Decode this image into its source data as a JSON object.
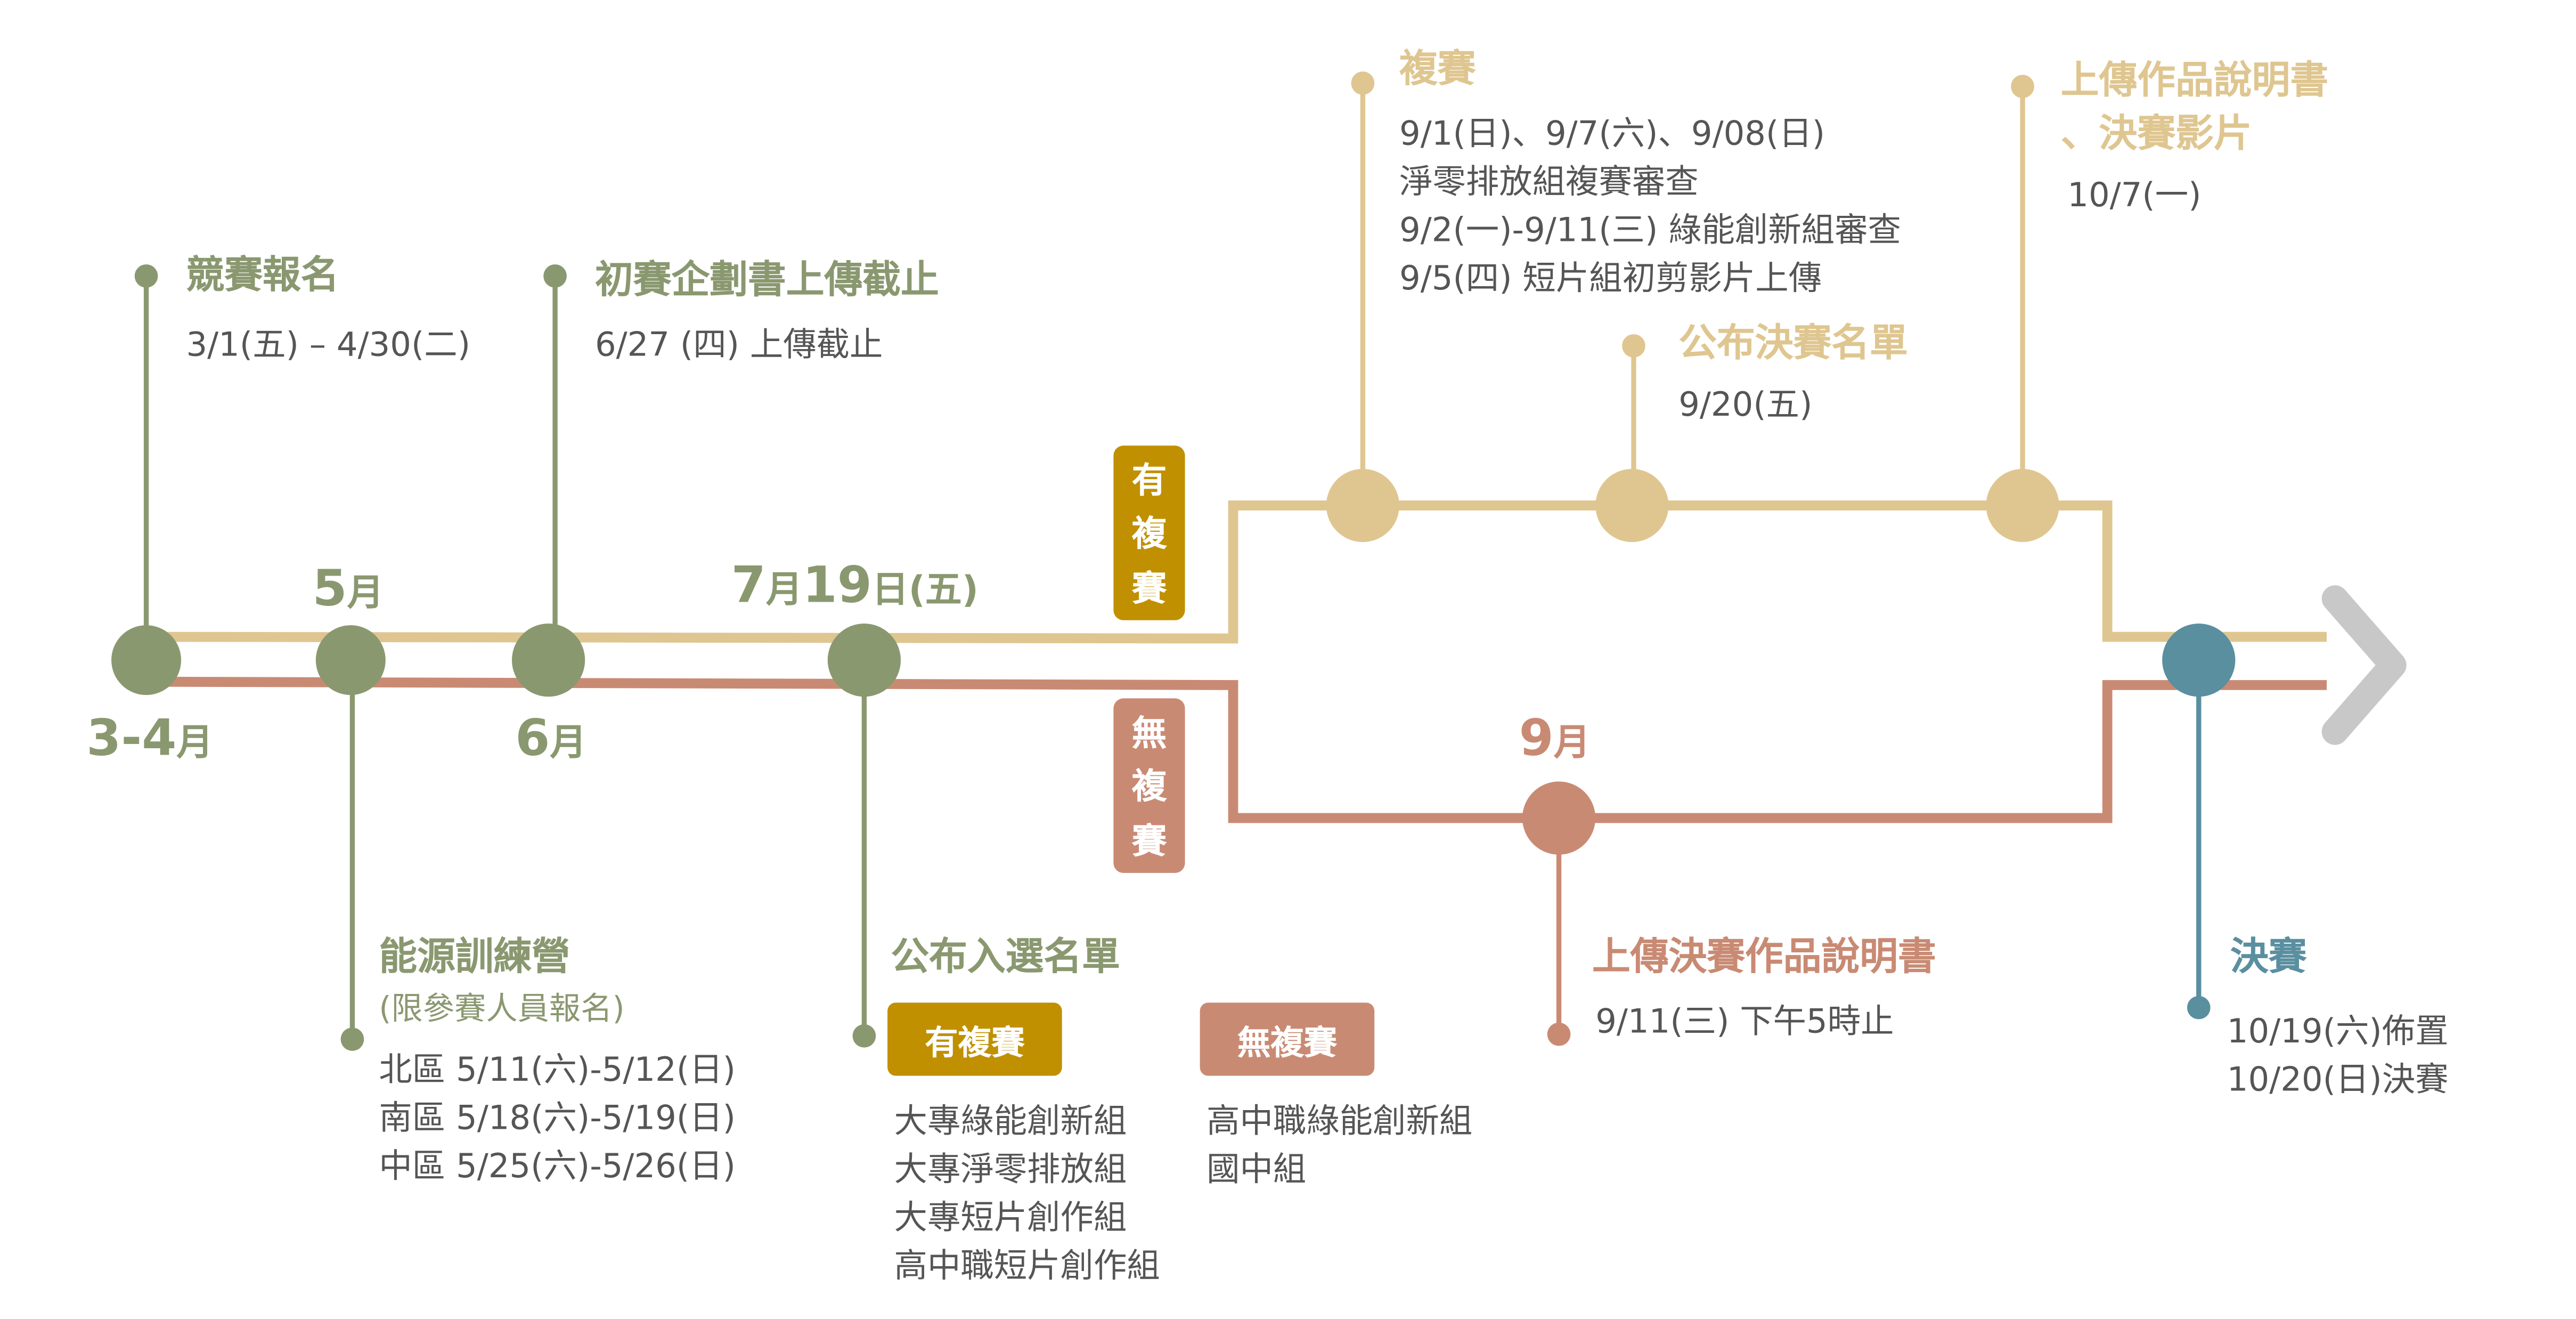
{
  "colors": {
    "green": "#8a9870",
    "tan": "#dfc690",
    "salmon": "#c98a73",
    "gold": "#c09000",
    "teal": "#5a8fa0",
    "chevron": "#c8c8c8"
  },
  "months": {
    "m34": "3-4",
    "m5": "5",
    "m6": "6",
    "m7": "7",
    "d19": "19",
    "m9": "9",
    "month_char": "月",
    "day_char": "日",
    "wk": "(五)"
  },
  "events": {
    "registration": {
      "title": "競賽報名",
      "date": "3/1(五) – 4/30(二)"
    },
    "proposal": {
      "title": "初賽企劃書上傳截止",
      "date": "6/27 (四) 上傳截止"
    },
    "camp": {
      "title": "能源訓練營",
      "note": "(限參賽人員報名)",
      "lines": [
        "北區 5/11(六)-5/12(日)",
        "南區 5/18(六)-5/19(日)",
        "中區 5/25(六)-5/26(日)"
      ]
    },
    "shortlist": {
      "title": "公布入選名單",
      "with_label": "有複賽",
      "without_label": "無複賽",
      "with_groups": [
        "大專綠能創新組",
        "大專淨零排放組",
        "大專短片創作組",
        "高中職短片創作組"
      ],
      "without_groups": [
        "高中職綠能創新組",
        "國中組"
      ]
    },
    "semifinal": {
      "title": "複賽",
      "lines": [
        "9/1(日)、9/7(六)、9/08(日)",
        "淨零排放組複賽審查",
        "9/2(一)-9/11(三) 綠能創新組審查",
        "9/5(四) 短片組初剪影片上傳"
      ]
    },
    "finalist": {
      "title": "公布決賽名單",
      "date": "9/20(五)"
    },
    "upload_with": {
      "title_lines": [
        "上傳作品說明書",
        "、決賽影片"
      ],
      "date": "10/7(一)"
    },
    "upload_without": {
      "title": "上傳決賽作品說明書",
      "date": "9/11(三) 下午5時止"
    },
    "final": {
      "title": "決賽",
      "lines": [
        "10/19(六)佈置",
        "10/20(日)決賽"
      ]
    }
  },
  "branches": {
    "with": [
      "有",
      "複",
      "賽"
    ],
    "without": [
      "無",
      "複",
      "賽"
    ]
  }
}
